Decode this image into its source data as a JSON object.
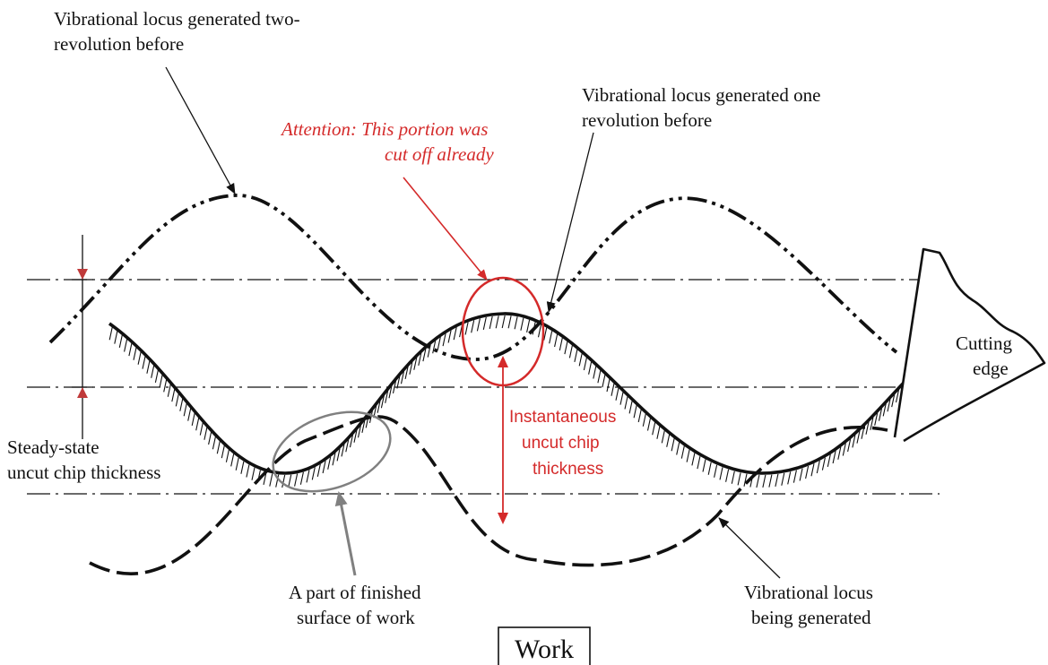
{
  "labels": {
    "two_rev_line1": "Vibrational locus generated two-",
    "two_rev_line2": "revolution before",
    "one_rev_line1": "Vibrational locus generated one",
    "one_rev_line2": "revolution before",
    "attention_line1": "Attention: This portion was",
    "attention_line2": "cut off already",
    "cutting_line1": "Cutting",
    "cutting_line2": "edge",
    "instant_line1": "Instantaneous",
    "instant_line2": "uncut chip",
    "instant_line3": "thickness",
    "steady_line1": "Steady-state",
    "steady_line2": "uncut chip thickness",
    "finished_line1": "A part of finished",
    "finished_line2": "surface of work",
    "being_line1": "Vibrational locus",
    "being_line2": "being generated",
    "work": "Work"
  },
  "colors": {
    "ink": "#111111",
    "highlight": "#d42a2a",
    "callout_gray": "#808080"
  }
}
